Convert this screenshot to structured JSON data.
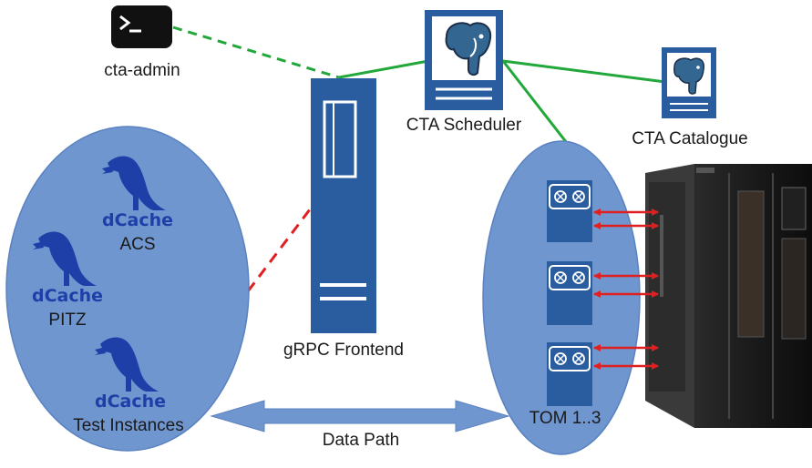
{
  "colors": {
    "ellipse_fill": "#6f96cf",
    "ellipse_stroke": "#5a82c0",
    "server_blue": "#2a5d9f",
    "link_green": "#22a83a",
    "link_red": "#e02020",
    "dcache_blue": "#1f3fa8",
    "terminal_black": "#111111"
  },
  "labels": {
    "cta_admin": "cta-admin",
    "cta_scheduler": "CTA Scheduler",
    "cta_catalogue": "CTA Catalogue",
    "grpc_frontend": "gRPC Frontend",
    "tom": "TOM 1..3",
    "data_path": "Data Path"
  },
  "dcache_instances": [
    {
      "logo_text": "dCache",
      "name": "ACS"
    },
    {
      "logo_text": "dCache",
      "name": "PITZ"
    },
    {
      "logo_text": "dCache",
      "name": "Test Instances"
    }
  ],
  "icons": {
    "terminal": "terminal-icon",
    "database": "postgresql-elephant-icon",
    "server": "server-rack-icon",
    "tape_library": "tape-library-icon",
    "tape_drive": "tape-drive-icon"
  }
}
